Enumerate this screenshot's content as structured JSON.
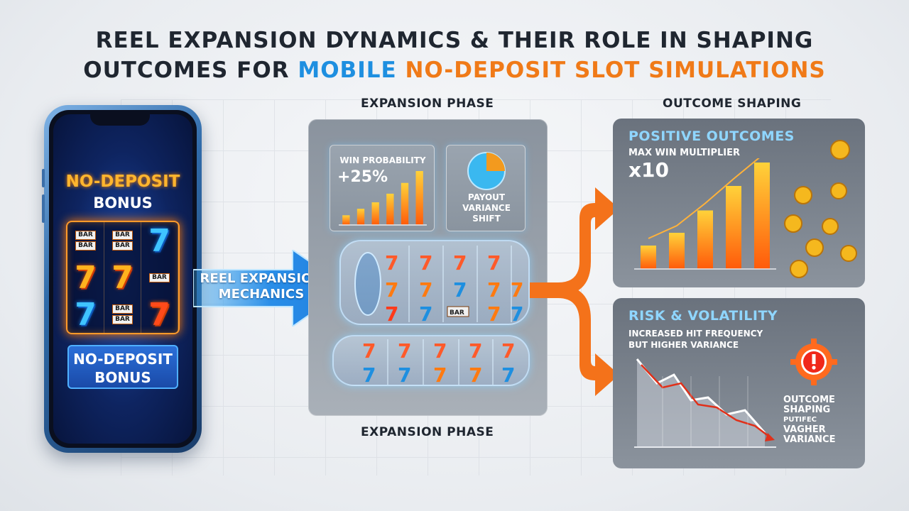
{
  "title": {
    "line1": "REEL EXPANSION DYNAMICS & THEIR ROLE IN SHAPING",
    "line2_prefix": "OUTCOMES FOR ",
    "line2_blue": "MOBILE",
    "line2_orange": " NO-DEPOSIT SLOT SIMULATIONS"
  },
  "phone": {
    "header_line1": "NO-DEPOSIT",
    "header_line2": "BONUS",
    "bar_text": "BAR",
    "badge_line1": "NO-DEPOSIT",
    "badge_line2": "BONUS"
  },
  "arrow": {
    "line1": "REEL EXPANSION",
    "line2": "MECHANICS"
  },
  "expansion": {
    "top_label": "EXPANSION PHASE",
    "bottom_label": "EXPANSION PHASE",
    "win_card": {
      "label": "WIN PROBABILITY",
      "value": "+25%",
      "bars": [
        0.18,
        0.3,
        0.42,
        0.58,
        0.78,
        1.0
      ]
    },
    "payout_card": {
      "line1": "PAYOUT",
      "line2": "VARIANCE",
      "line3": "SHIFT",
      "pie_fraction": 0.25
    }
  },
  "outcome": {
    "header": "OUTCOME SHAPING",
    "positive": {
      "title": "POSITIVE OUTCOMES",
      "subtitle": "MAX WIN MULTIPLIER",
      "multiplier": "x10",
      "bars": [
        0.22,
        0.34,
        0.55,
        0.78,
        1.0
      ]
    },
    "risk": {
      "title": "RISK & VOLATILITY",
      "sub_line1": "INCREASED HIT FREQUENCY",
      "sub_line2": "BUT HIGHER VARIANCE",
      "note_line1": "OUTCOME",
      "note_line2": "SHAPING",
      "note_line3": "PUTIFEC",
      "note_line4": "VAGHER",
      "note_line5": "VARIANCE"
    }
  },
  "colors": {
    "accent_blue": "#1e8fe0",
    "accent_orange": "#f07a18",
    "bar_orange": "#ff7a10"
  }
}
